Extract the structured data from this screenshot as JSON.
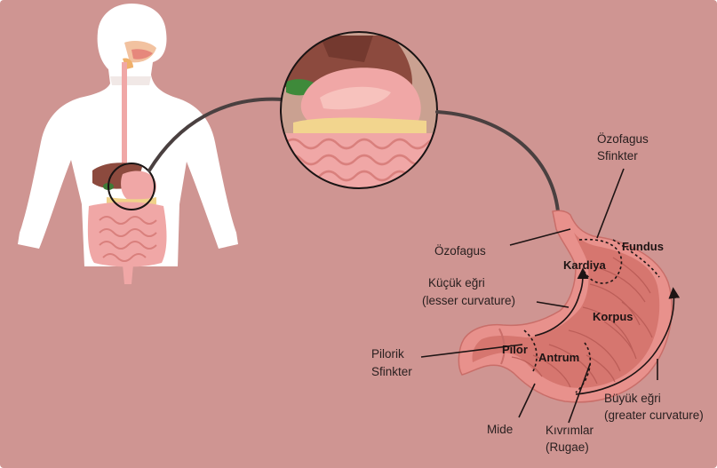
{
  "colors": {
    "background": "#cf9592",
    "body_silhouette": "#ffffff",
    "stomach_wall": "#e8918c",
    "stomach_inner": "#d6766f",
    "liver": "#8c4a3e",
    "intestine": "#f0a7a6",
    "connector": "#4a4040",
    "label_text": "#2a2020"
  },
  "icons": {
    "body": "human-body-figure",
    "zoom": "magnified-abdomen",
    "stomach": "stomach-cross-section"
  },
  "labels": {
    "ozofagus_sfinkter_1": "Özofagus",
    "ozofagus_sfinkter_2": "Sfinkter",
    "ozofagus": "Özofagus",
    "fundus": "Fundus",
    "kardiya": "Kardiya",
    "kucuk_egri_1": "Küçük eğri",
    "kucuk_egri_2": "(lesser curvature)",
    "korpus": "Korpus",
    "pilorik_1": "Pilorik",
    "pilorik_2": "Sfinkter",
    "pilor": "Pilor",
    "antrum": "Antrum",
    "buyuk_egri_1": "Büyük eğri",
    "buyuk_egri_2": "(greater curvature)",
    "mide": "Mide",
    "kivrimlar_1": "Kıvrımlar",
    "kivrimlar_2": "(Rugae)"
  }
}
